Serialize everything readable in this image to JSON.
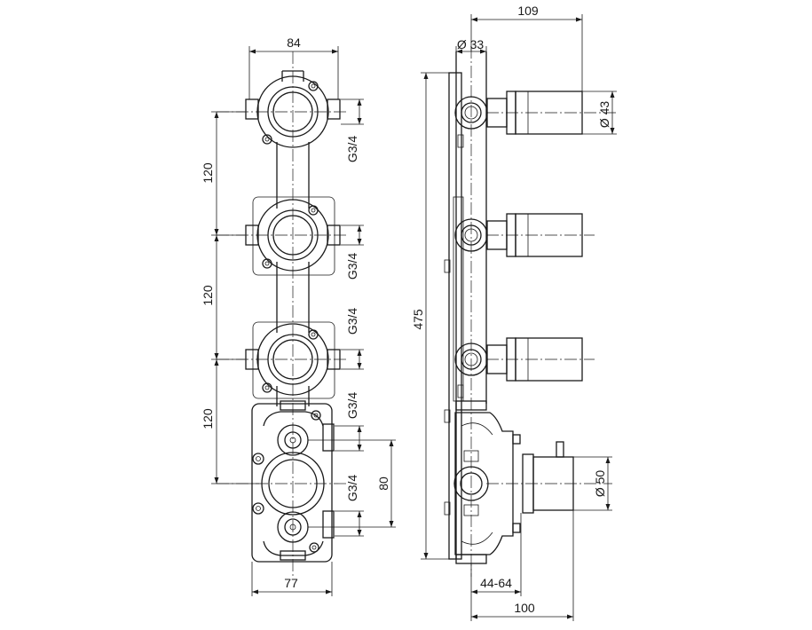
{
  "front_view": {
    "width_top": "84",
    "width_bottom": "77",
    "spacing_1": "120",
    "spacing_2": "120",
    "spacing_3": "120",
    "thread_1": "G3/4",
    "thread_2": "G3/4",
    "thread_3": "G3/4",
    "thread_4": "G3/4",
    "thread_5": "G3/4",
    "diverter_spacing": "80"
  },
  "side_view": {
    "handle_projection": "109",
    "pipe_diameter": "Ø 33",
    "handle_diameter": "Ø 43",
    "total_height": "475",
    "knob_diameter": "Ø 50",
    "wall_depth": "44-64",
    "knob_projection": "100"
  }
}
